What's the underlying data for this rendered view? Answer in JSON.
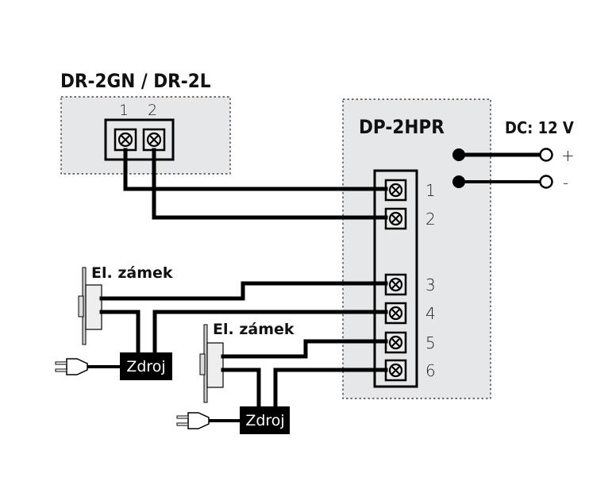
{
  "devices": {
    "door_station": {
      "title": "DR-2GN / DR-2L",
      "terminals": [
        "1",
        "2"
      ]
    },
    "panel": {
      "title": "DP-2HPR",
      "terminals": [
        "1",
        "2",
        "3",
        "4",
        "5",
        "6"
      ]
    }
  },
  "power_input": {
    "label": "DC: 12 V",
    "plus": "+",
    "minus": "-"
  },
  "locks": [
    {
      "label": "El. zámek",
      "supply": "Zdroj"
    },
    {
      "label": "El. zámek",
      "supply": "Zdroj"
    }
  ],
  "icons": {
    "terminal": "screw-terminal-icon",
    "plug": "power-plug-icon",
    "lock": "electric-lock-icon"
  },
  "colors": {
    "wire": "#000000",
    "enclosure": "#e6e7e9",
    "supply_box": "#000000"
  }
}
